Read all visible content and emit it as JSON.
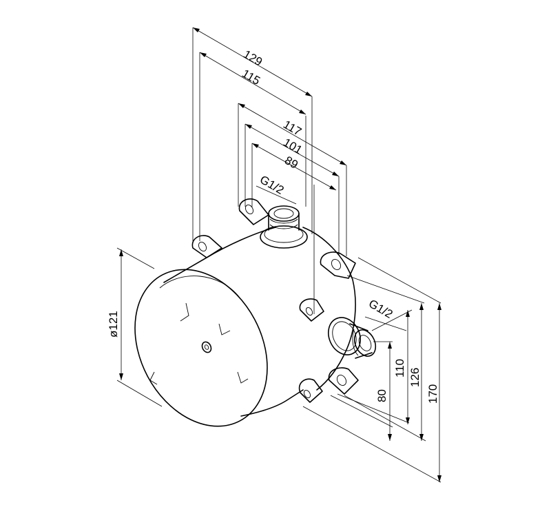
{
  "dimensions": {
    "d129": "129",
    "d115": "115",
    "d117": "117",
    "d101": "101",
    "d89": "89",
    "thread_top": "G1/2",
    "thread_front": "G1/2",
    "diameter": "ø121",
    "h80": "80",
    "h110": "110",
    "h126": "126",
    "h170": "170"
  }
}
